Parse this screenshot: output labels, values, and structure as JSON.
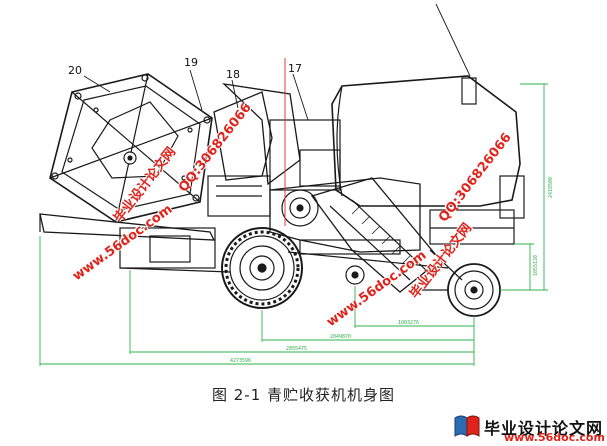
{
  "figure": {
    "caption": "图 2-1  青贮收获机机身图",
    "part_labels": [
      "20",
      "19",
      "18",
      "17"
    ],
    "dimensions": [
      "1003276",
      "2049870",
      "2855475",
      "4273596",
      "2418500",
      "1055120"
    ]
  },
  "watermarks": {
    "site_name": "毕业设计论文网",
    "qq": "QQ:306826066",
    "url": "www.56doc.com"
  },
  "logo": {
    "text": "毕业设计论文网",
    "url": "www.56doc.com"
  },
  "colors": {
    "drawing": "#1a1a1a",
    "dimension": "#2db34a",
    "watermark_red": "#e0231b",
    "watermark_green": "#1f8a2e"
  }
}
